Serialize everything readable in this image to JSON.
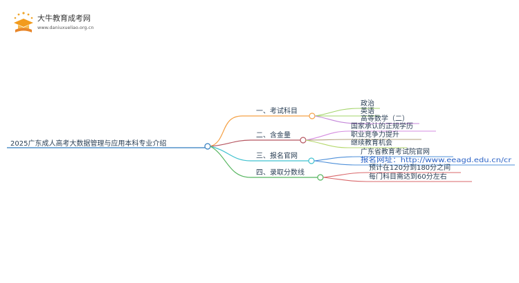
{
  "logo": {
    "title": "大牛教育成考网",
    "subtitle": "www.daniuxueliao.org.cn",
    "icon": "graduation-cap-book-icon"
  },
  "mindmap": {
    "root": "2025广东成人高考大数据管理与应用本科专业介绍",
    "branches": [
      {
        "label": "一、考试科目",
        "color": "#f5a145",
        "children": [
          "政治",
          "英语",
          "高等数学（二）"
        ],
        "child_color": "#a3d46a"
      },
      {
        "label": "二、含金量",
        "color": "#b5545f",
        "children": [
          "国家承认的正规学历",
          "职业竞争力提升",
          "继续教育机会"
        ],
        "child_colors": [
          "#d58be0",
          "#b3a07c",
          "#b5d86c"
        ]
      },
      {
        "label": "三、报名官网",
        "color": "#3fc1cf",
        "children": [
          "广东省教育考试院官网",
          "报名网址：http://www.eeagd.edu.cn/cr"
        ],
        "child_color": "#4d8fd9"
      },
      {
        "label": "四、录取分数线",
        "color": "#55b55e",
        "children": [
          "预计在120分到180分之间",
          "每门科目需达到60分左右"
        ],
        "child_color": "#d9676a"
      }
    ]
  },
  "colors": {
    "root_line": "#2e7bbf",
    "text": "#2a3f55",
    "url": "#2c63c6"
  }
}
